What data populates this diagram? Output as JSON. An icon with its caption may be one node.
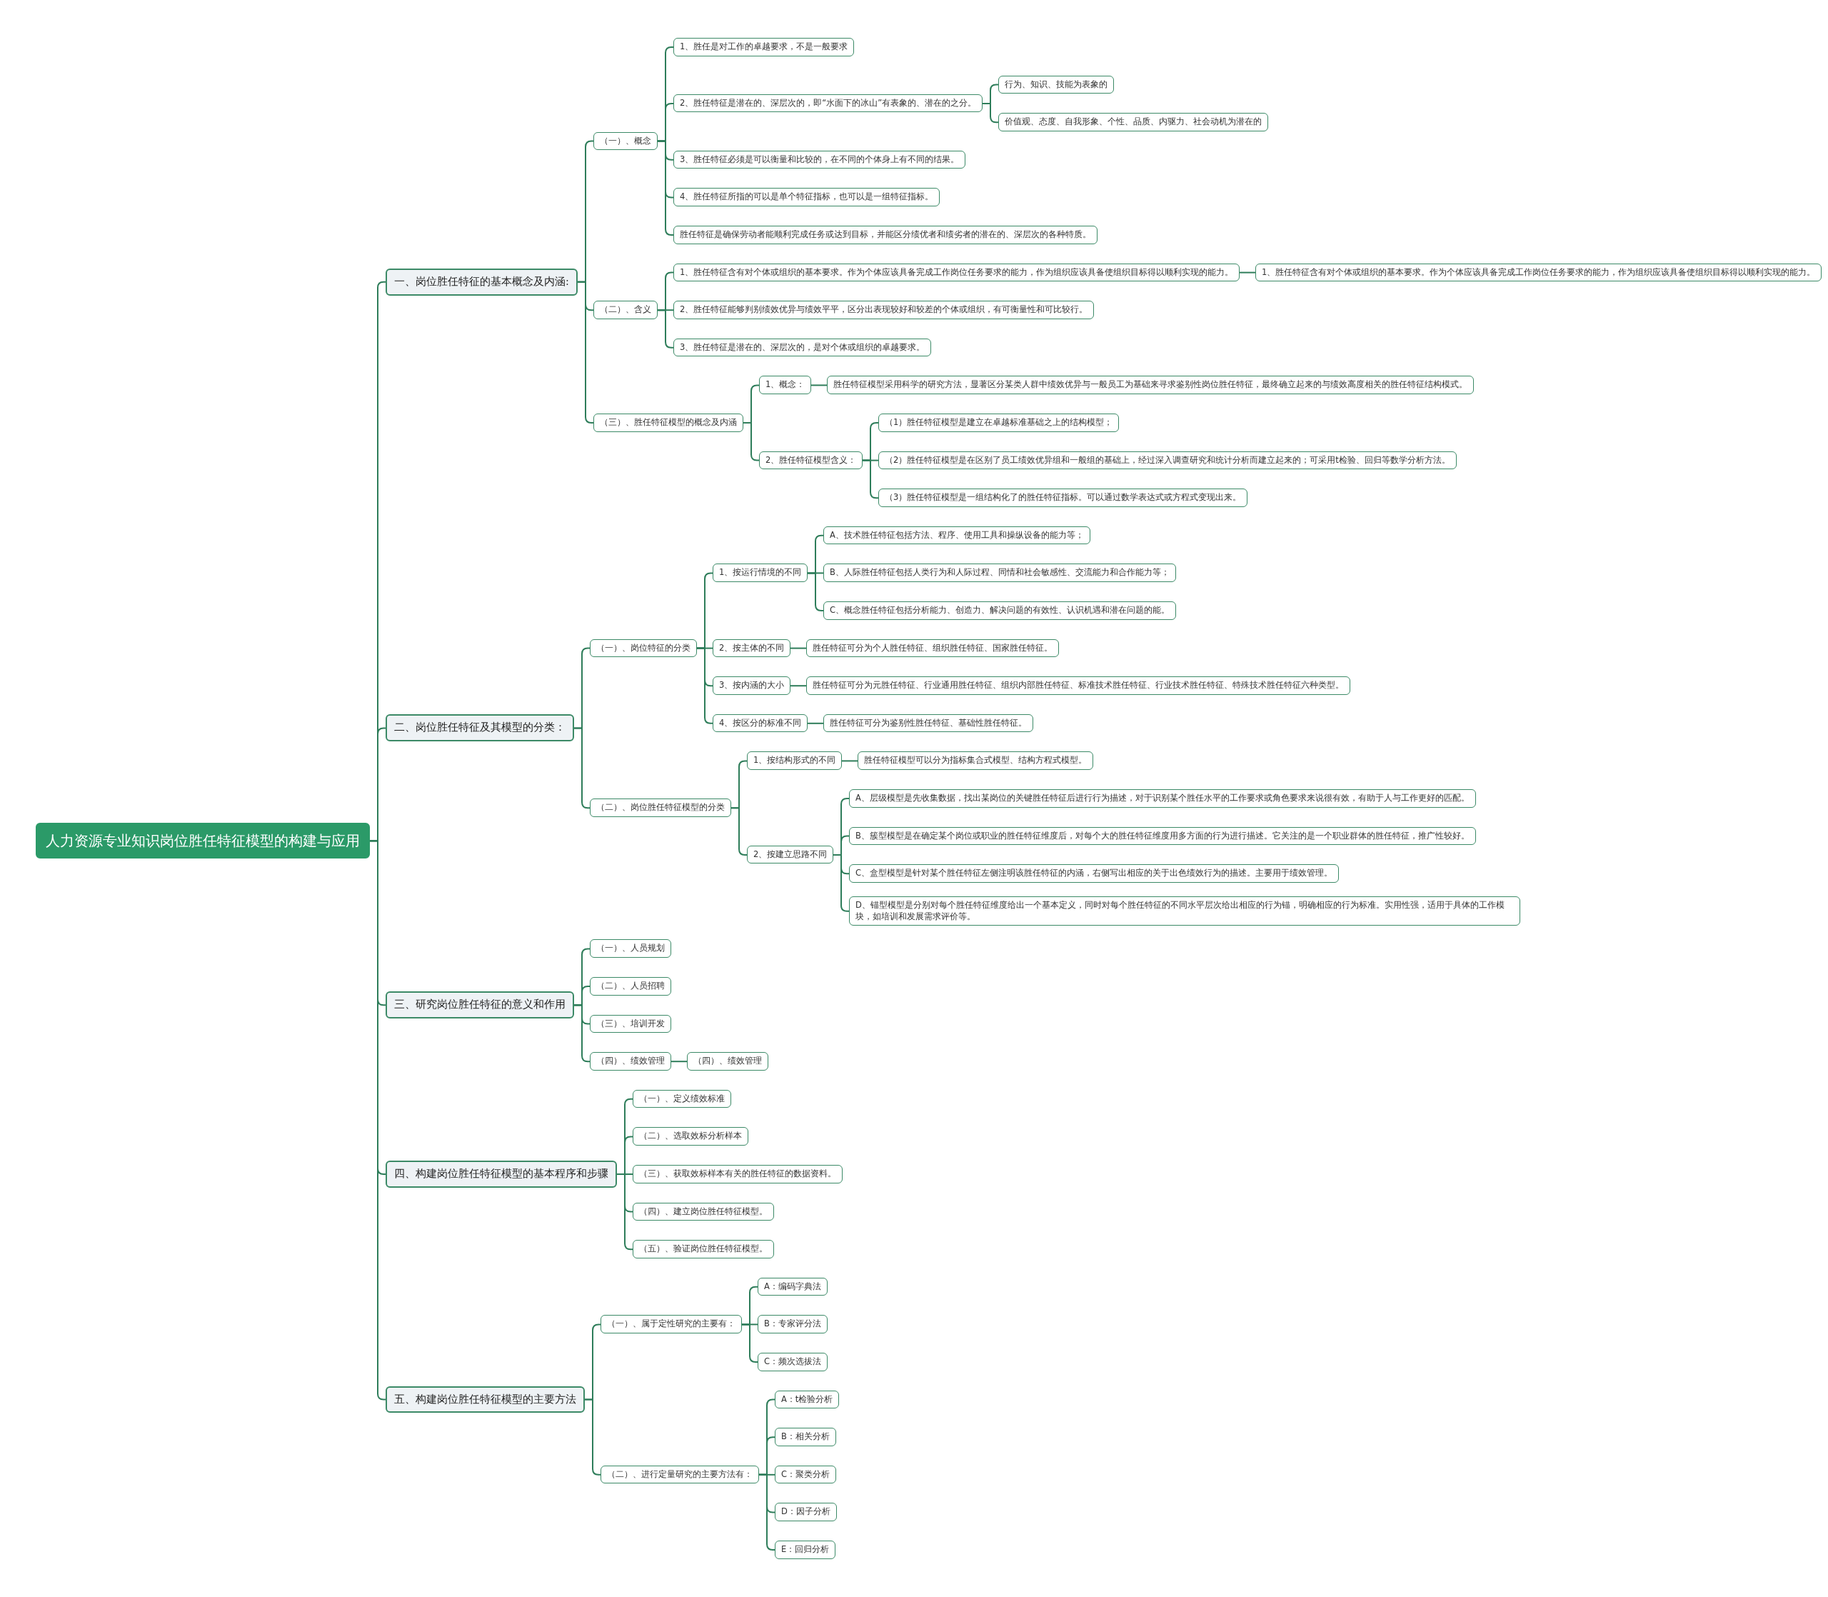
{
  "diagram": {
    "nodes": [
      {
        "text": [
          "人力资源专业知识岗位胜任特征模型的构建与应用"
        ]
      },
      {
        "text": [
          "一、岗位胜任特征的基本概念及内涵:"
        ]
      },
      {
        "text": [
          "（一）、概念"
        ]
      },
      {
        "text": [
          "1、胜任是对工作的卓越要求，不是一般要求"
        ]
      },
      {
        "text": [
          "2、胜任特征是潜在的、深层次的，即“水面下的冰山”有表象的、潜在的之分。"
        ]
      },
      {
        "text": [
          "行为、知识、技能为表象的"
        ]
      },
      {
        "text": [
          "价值观、态度、自我形象、个性、品质、内驱力、社会动机为潜在的"
        ]
      },
      {
        "text": [
          "3、胜任特征必须是可以衡量和比较的，在不同的个体身上有不同的结果。"
        ]
      },
      {
        "text": [
          "4、胜任特征所指的可以是单个特征指标，也可以是一组特征指标。"
        ]
      },
      {
        "text": [
          "胜任特征是确保劳动者能顺利完成任务或达到目标，并能区分绩优者和绩劣者的潜在的、深层次的各种特质。"
        ]
      },
      {
        "text": [
          "（二）、含义"
        ]
      },
      {
        "text": [
          "1、胜任特征含有对个体或组织的基本要求。作为个体应该具备完成工作岗位任务要求的能力，作为组织应该具备使组织目标得以顺利实现的能力。"
        ]
      },
      {
        "text": [
          "1、胜任特征含有对个体或组织的基本要求。作为个体应该具备完成工作岗位任务要求的能力，作为组织应该具备使组织目标得以顺利实现的能力。"
        ]
      },
      {
        "text": [
          "2、胜任特征能够判别绩效优异与绩效平平，区分出表现较好和较差的个体或组织，有可衡量性和可比较行。"
        ]
      },
      {
        "text": [
          "3、胜任特征是潜在的、深层次的，是对个体或组织的卓越要求。"
        ]
      },
      {
        "text": [
          "（三）、胜任特征模型的概念及内涵"
        ]
      },
      {
        "text": [
          "1、概念："
        ]
      },
      {
        "text": [
          "胜任特征模型采用科学的研究方法，显著区分某类人群中绩效优异与一般员工为基础来寻求鉴别性岗位胜任特征，最终确立起来的与绩效高度相关的胜任特征结构模式。"
        ]
      },
      {
        "text": [
          "2、胜任特征模型含义："
        ]
      },
      {
        "text": [
          "（1）胜任特征模型是建立在卓越标准基础之上的结构模型；"
        ]
      },
      {
        "text": [
          "（2）胜任特征模型是在区别了员工绩效优异组和一般组的基础上，经过深入调查研究和统计分析而建立起来的；可采用t检验、回归等数学分析方法。"
        ]
      },
      {
        "text": [
          "（3）胜任特征模型是一组结构化了的胜任特征指标。可以通过数学表达式或方程式变现出来。"
        ]
      },
      {
        "text": [
          "二、岗位胜任特征及其模型的分类："
        ]
      },
      {
        "text": [
          "（一）、岗位特征的分类"
        ]
      },
      {
        "text": [
          "1、按运行情境的不同"
        ]
      },
      {
        "text": [
          "A、技术胜任特征包括方法、程序、使用工具和操纵设备的能力等；"
        ]
      },
      {
        "text": [
          "B、人际胜任特征包括人类行为和人际过程、同情和社会敏感性、交流能力和合作能力等；"
        ]
      },
      {
        "text": [
          "C、概念胜任特征包括分析能力、创造力、解决问题的有效性、认识机遇和潜在问题的能。"
        ]
      },
      {
        "text": [
          "2、按主体的不同"
        ]
      },
      {
        "text": [
          "胜任特征可分为个人胜任特征、组织胜任特征、国家胜任特征。"
        ]
      },
      {
        "text": [
          "3、按内涵的大小"
        ]
      },
      {
        "text": [
          "胜任特征可分为元胜任特征、行业通用胜任特征、组织内部胜任特征、标准技术胜任特征、行业技术胜任特征、特殊技术胜任特征六种类型。"
        ]
      },
      {
        "text": [
          "4、按区分的标准不同"
        ]
      },
      {
        "text": [
          "胜任特征可分为鉴别性胜任特征、基础性胜任特征。"
        ]
      },
      {
        "text": [
          "（二）、岗位胜任特征模型的分类"
        ]
      },
      {
        "text": [
          "1、按结构形式的不同"
        ]
      },
      {
        "text": [
          "胜任特征模型可以分为指标集合式模型、结构方程式模型。"
        ]
      },
      {
        "text": [
          "2、按建立思路不同"
        ]
      },
      {
        "text": [
          "A、层级模型是先收集数据，找出某岗位的关键胜任特征后进行行为描述，对于识别某个胜任水平的工作要求或角色要求来说很有效，有助于人与工作更好的匹配。"
        ]
      },
      {
        "text": [
          "B、簇型模型是在确定某个岗位或职业的胜任特征维度后，对每个大的胜任特征维度用多方面的行为进行描述。它关注的是一个职业群体的胜任特征，推广性较好。"
        ]
      },
      {
        "text": [
          "C、盒型模型是针对某个胜任特征左侧注明该胜任特征的内涵，右侧写出相应的关于出色绩效行为的描述。主要用于绩效管理。"
        ]
      },
      {
        "text": [
          "D、锚型模型是分别对每个胜任特征维度给出一个基本定义，同时对每个胜任特征的不同水平层次给出相应的行为锚，明确相应的行为标准。实用性强，适用于具体的工作模块，如培训和发展需求评价等。"
        ]
      },
      {
        "text": [
          "三、研究岗位胜任特征的意义和作用"
        ]
      },
      {
        "text": [
          "（一）、人员规划"
        ]
      },
      {
        "text": [
          "（二）、人员招聘"
        ]
      },
      {
        "text": [
          "（三）、培训开发"
        ]
      },
      {
        "text": [
          "（四）、绩效管理"
        ]
      },
      {
        "text": [
          "（四）、绩效管理"
        ]
      },
      {
        "text": [
          "四、构建岗位胜任特征模型的基本程序和步骤"
        ]
      },
      {
        "text": [
          "（一）、定义绩效标准"
        ]
      },
      {
        "text": [
          "（二）、选取效标分析样本"
        ]
      },
      {
        "text": [
          "（三）、获取效标样本有关的胜任特征的数据资料。"
        ]
      },
      {
        "text": [
          "（四）、建立岗位胜任特征模型。"
        ]
      },
      {
        "text": [
          "（五）、验证岗位胜任特征模型。"
        ]
      },
      {
        "text": [
          "五、构建岗位胜任特征模型的主要方法"
        ]
      },
      {
        "text": [
          "（一）、属于定性研究的主要有："
        ]
      },
      {
        "text": [
          "A：编码字典法"
        ]
      },
      {
        "text": [
          "B：专家评分法"
        ]
      },
      {
        "text": [
          "C：频次选拔法"
        ]
      },
      {
        "text": [
          "（二）、进行定量研究的主要方法有："
        ]
      },
      {
        "text": [
          "A：t检验分析"
        ]
      },
      {
        "text": [
          "B：相关分析"
        ]
      },
      {
        "text": [
          "C：聚类分析"
        ]
      },
      {
        "text": [
          "D：因子分析"
        ]
      },
      {
        "text": [
          "E：回归分析"
        ]
      }
    ],
    "edges": [
      {
        "from": 0,
        "to": 1,
        "arrow": "none"
      },
      {
        "from": 1,
        "to": 2,
        "arrow": "none"
      },
      {
        "from": 2,
        "to": 3,
        "arrow": "none"
      },
      {
        "from": 2,
        "to": 4,
        "arrow": "none"
      },
      {
        "from": 4,
        "to": 5,
        "arrow": "none"
      },
      {
        "from": 4,
        "to": 6,
        "arrow": "none"
      },
      {
        "from": 2,
        "to": 7,
        "arrow": "none"
      },
      {
        "from": 2,
        "to": 8,
        "arrow": "none"
      },
      {
        "from": 2,
        "to": 9,
        "arrow": "none"
      },
      {
        "from": 1,
        "to": 10,
        "arrow": "none"
      },
      {
        "from": 10,
        "to": 11,
        "arrow": "none"
      },
      {
        "from": 11,
        "to": 12,
        "arrow": "none"
      },
      {
        "from": 10,
        "to": 13,
        "arrow": "none"
      },
      {
        "from": 10,
        "to": 14,
        "arrow": "none"
      },
      {
        "from": 1,
        "to": 15,
        "arrow": "none"
      },
      {
        "from": 15,
        "to": 16,
        "arrow": "none"
      },
      {
        "from": 16,
        "to": 17,
        "arrow": "none"
      },
      {
        "from": 15,
        "to": 18,
        "arrow": "none"
      },
      {
        "from": 18,
        "to": 19,
        "arrow": "none"
      },
      {
        "from": 18,
        "to": 20,
        "arrow": "none"
      },
      {
        "from": 18,
        "to": 21,
        "arrow": "none"
      },
      {
        "from": 0,
        "to": 22,
        "arrow": "none"
      },
      {
        "from": 22,
        "to": 23,
        "arrow": "none"
      },
      {
        "from": 23,
        "to": 24,
        "arrow": "none"
      },
      {
        "from": 24,
        "to": 25,
        "arrow": "none"
      },
      {
        "from": 24,
        "to": 26,
        "arrow": "none"
      },
      {
        "from": 24,
        "to": 27,
        "arrow": "none"
      },
      {
        "from": 23,
        "to": 28,
        "arrow": "none"
      },
      {
        "from": 28,
        "to": 29,
        "arrow": "none"
      },
      {
        "from": 23,
        "to": 30,
        "arrow": "none"
      },
      {
        "from": 30,
        "to": 31,
        "arrow": "none"
      },
      {
        "from": 23,
        "to": 32,
        "arrow": "none"
      },
      {
        "from": 32,
        "to": 33,
        "arrow": "none"
      },
      {
        "from": 22,
        "to": 34,
        "arrow": "none"
      },
      {
        "from": 34,
        "to": 35,
        "arrow": "none"
      },
      {
        "from": 35,
        "to": 36,
        "arrow": "none"
      },
      {
        "from": 34,
        "to": 37,
        "arrow": "none"
      },
      {
        "from": 37,
        "to": 38,
        "arrow": "none"
      },
      {
        "from": 37,
        "to": 39,
        "arrow": "none"
      },
      {
        "from": 37,
        "to": 40,
        "arrow": "none"
      },
      {
        "from": 37,
        "to": 41,
        "arrow": "none"
      },
      {
        "from": 0,
        "to": 42,
        "arrow": "none"
      },
      {
        "from": 42,
        "to": 43,
        "arrow": "none"
      },
      {
        "from": 42,
        "to": 44,
        "arrow": "none"
      },
      {
        "from": 42,
        "to": 45,
        "arrow": "none"
      },
      {
        "from": 42,
        "to": 46,
        "arrow": "none"
      },
      {
        "from": 46,
        "to": 47,
        "arrow": "none"
      },
      {
        "from": 0,
        "to": 48,
        "arrow": "none"
      },
      {
        "from": 48,
        "to": 49,
        "arrow": "none"
      },
      {
        "from": 48,
        "to": 50,
        "arrow": "none"
      },
      {
        "from": 48,
        "to": 51,
        "arrow": "none"
      },
      {
        "from": 48,
        "to": 52,
        "arrow": "none"
      },
      {
        "from": 48,
        "to": 53,
        "arrow": "none"
      },
      {
        "from": 0,
        "to": 54,
        "arrow": "none"
      },
      {
        "from": 54,
        "to": 55,
        "arrow": "none"
      },
      {
        "from": 55,
        "to": 56,
        "arrow": "none"
      },
      {
        "from": 55,
        "to": 57,
        "arrow": "none"
      },
      {
        "from": 55,
        "to": 58,
        "arrow": "none"
      },
      {
        "from": 54,
        "to": 59,
        "arrow": "none"
      },
      {
        "from": 59,
        "to": 60,
        "arrow": "none"
      },
      {
        "from": 59,
        "to": 61,
        "arrow": "none"
      },
      {
        "from": 59,
        "to": 62,
        "arrow": "none"
      },
      {
        "from": 59,
        "to": 63,
        "arrow": "none"
      },
      {
        "from": 59,
        "to": 64,
        "arrow": "none"
      }
    ]
  }
}
